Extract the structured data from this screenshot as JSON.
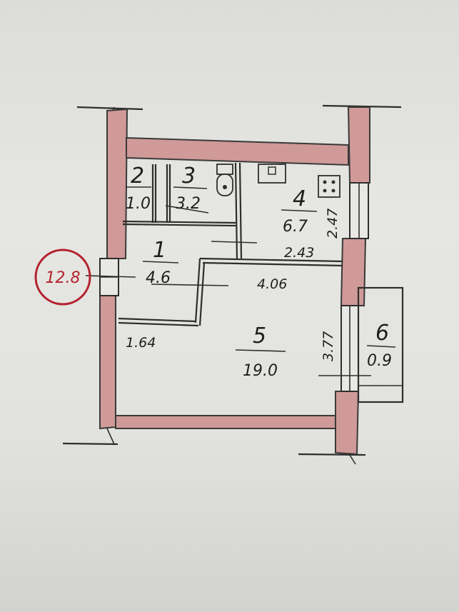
{
  "stamp": {
    "text": "12.8",
    "color": "#b4222e"
  },
  "wall_color": "#cf9a98",
  "rooms": [
    {
      "id": "1",
      "number": "1",
      "area": "4.6"
    },
    {
      "id": "2",
      "number": "2",
      "area": "1.0"
    },
    {
      "id": "3",
      "number": "3",
      "area": "3.2"
    },
    {
      "id": "4",
      "number": "4",
      "area": "6.7"
    },
    {
      "id": "5",
      "number": "5",
      "area": "19.0"
    },
    {
      "id": "6",
      "number": "6",
      "area": "0.9"
    }
  ],
  "dimensions": {
    "d_247": "2.47",
    "d_243": "2.43",
    "d_406": "4.06",
    "d_164": "1.64",
    "d_377": "3.77"
  },
  "icons": [
    "toilet-icon",
    "sink-icon",
    "stove-icon"
  ]
}
